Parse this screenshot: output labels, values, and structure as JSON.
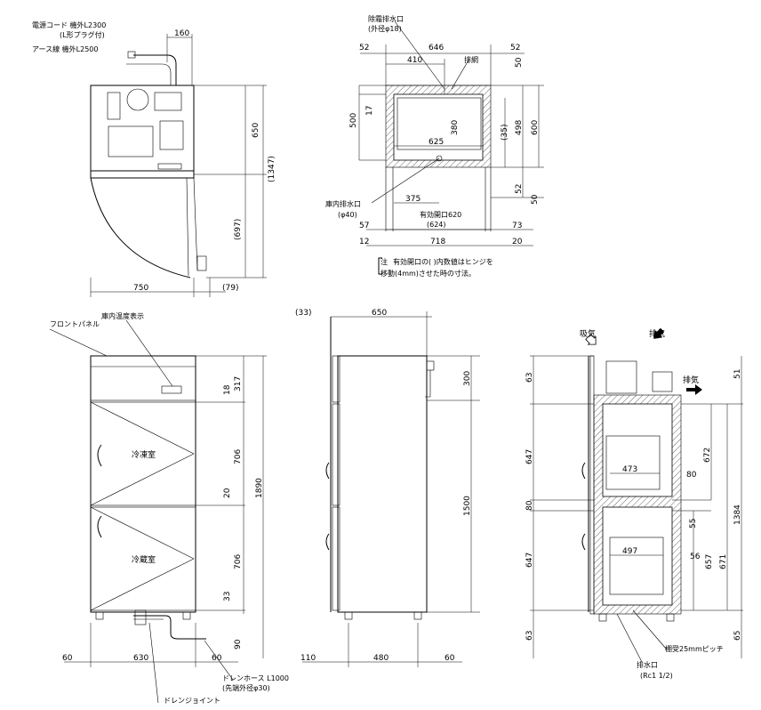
{
  "top_plan": {
    "labels": {
      "power_cord": "電源コード 機外L2300",
      "power_cord_sub": "(L形プラグ付)",
      "earth_wire": "アース線 機外L2500"
    },
    "dims": {
      "d160": "160",
      "d650": "650",
      "d1347": "(1347)",
      "d697": "(697)",
      "d750": "750",
      "d79": "(79)"
    }
  },
  "top_section": {
    "labels": {
      "drain_outlet": "除霜排水口",
      "drain_dia": "(外径φ18)",
      "mesh": "排網",
      "inner_drain": "庫内排水口",
      "inner_drain_dia": "(φ40)",
      "effective_opening": "有効開口620",
      "effective_opening_paren": "(624)",
      "note_bracket": "注",
      "note_line1": "有効開口の( )内数値はヒンジを",
      "note_line2": "移動(4mm)させた時の寸法。"
    },
    "dims": {
      "d52a": "52",
      "d646": "646",
      "d52b": "52",
      "d410": "410",
      "d50a": "50",
      "d17": "17",
      "d500": "500",
      "d380": "380",
      "d35": "(35)",
      "d498": "498",
      "d600": "600",
      "d625": "625",
      "d375": "375",
      "d52c": "52",
      "d50b": "50",
      "d57": "57",
      "d73": "73",
      "d12": "12",
      "d718": "718",
      "d20": "20"
    }
  },
  "front": {
    "labels": {
      "front_panel": "フロントパネル",
      "temp_display": "庫内温度表示",
      "compartment_upper": "冷凍室",
      "compartment_lower": "冷蔵室",
      "drain_hose": "ドレンホース L1000",
      "drain_hose_dia": "(先端外径φ30)",
      "drain_joint": "ドレンジョイント"
    },
    "dims": {
      "d317": "317",
      "d18": "18",
      "d706a": "706",
      "d20": "20",
      "d1890": "1890",
      "d706b": "706",
      "d33": "33",
      "d90": "90",
      "d60a": "60",
      "d630": "630",
      "d60b": "60"
    }
  },
  "side": {
    "dims": {
      "d33": "(33)",
      "d650": "650",
      "d300": "300",
      "d1500": "1500",
      "d110": "110",
      "d480": "480",
      "d60": "60"
    }
  },
  "section": {
    "labels": {
      "intake": "吸気",
      "exhaust_top": "排気",
      "exhaust_side": "排気",
      "shelf_pitch": "棚受25mmピッチ",
      "drain_port": "排水口",
      "drain_port_size": "(Rc1 1/2)"
    },
    "dims": {
      "d63a": "63",
      "d647a": "647",
      "d80a": "80",
      "d647b": "647",
      "d63b": "63",
      "d51": "51",
      "d672": "672",
      "d473": "473",
      "d80b": "80",
      "d55": "55",
      "d1384": "1384",
      "d497": "497",
      "d56": "56",
      "d657": "657",
      "d671": "671",
      "d65": "65"
    }
  }
}
